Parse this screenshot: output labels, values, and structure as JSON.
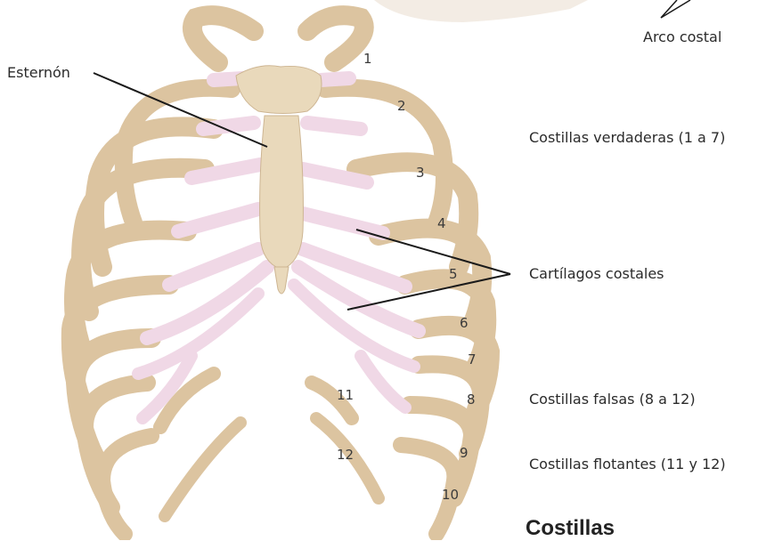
{
  "labels": {
    "arco_costal": "Arco costal",
    "esternon": "Esternón",
    "costillas_verdaderas": "Costillas verdaderas (1 a 7)",
    "cartilagos_costales": "Cartílagos costales",
    "costillas_falsas": "Costillas falsas (8 a 12)",
    "costillas_flotantes": "Costillas flotantes (11 y 12)",
    "heading": "Costillas"
  },
  "rib_numbers": {
    "n1": "1",
    "n2": "2",
    "n3": "3",
    "n4": "4",
    "n5": "5",
    "n6": "6",
    "n7": "7",
    "n8": "8",
    "n9": "9",
    "n10": "10",
    "n11": "11",
    "n12": "12"
  },
  "colors": {
    "bone": "#e6d3b3",
    "bone_shade": "#c9ad86",
    "cartilage": "#f0d6e4",
    "leader_line": "#1a1a1a",
    "text": "#2b2b2b"
  }
}
